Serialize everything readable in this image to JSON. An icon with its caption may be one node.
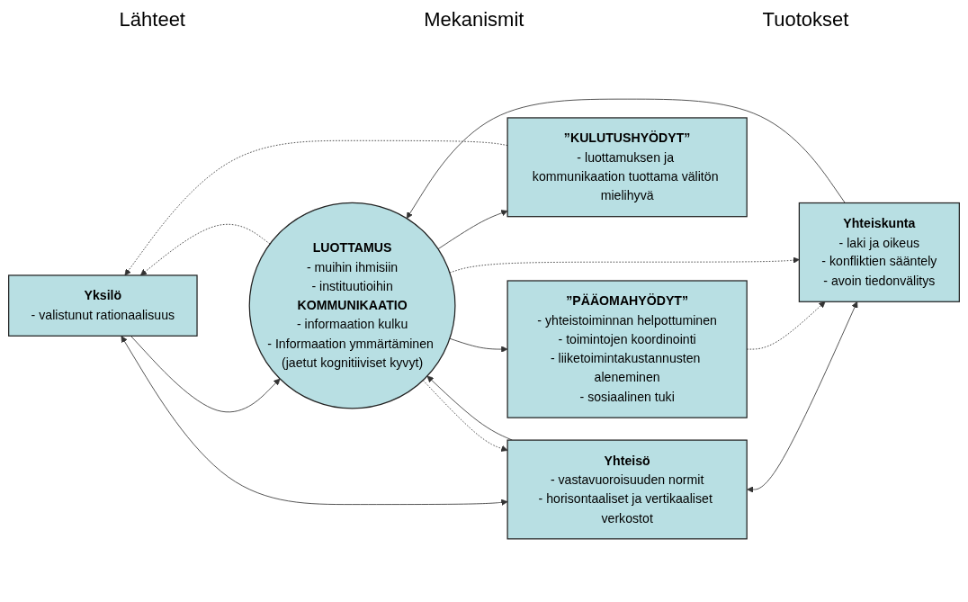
{
  "diagram": {
    "nodes": [
      {
        "text": [
          "Yksilö",
          "- valistunut rationaalisuus"
        ]
      },
      {
        "text": [
          "Yhteisö",
          "- vastavuoroisuuden normit",
          "- horisontaaliset ja vertikaaliset verkostot"
        ]
      },
      {
        "text": [
          "Yhteiskunta",
          "- laki ja oikeus",
          "- konfliktien sääntely",
          "- avoin tiedonvälitys"
        ]
      },
      {
        "text": [
          "LUOTTAMUS",
          "- muihin ihmisiin",
          "- instituutioihin",
          "KOMMUNIKAATIO",
          "- informaation kulku",
          "- Informaation ymmärtäminen (jaetut kognitiiviset kyvyt)"
        ]
      },
      {
        "text": [
          "”KULUTUSHYÖDYT”",
          "- luottamuksen ja kommunikaation tuottama välitön mielihyvä"
        ]
      },
      {
        "text": [
          "”PÄÄOMAHYÖDYT”",
          "- yhteistoiminnan helpottuminen",
          "- toimintojen koordinointi",
          "- liiketoimintakustannusten aleneminen",
          "- sosiaalinen tuki"
        ]
      }
    ],
    "edges": [
      {
        "from": 0,
        "to": 3,
        "arrow": "to"
      },
      {
        "from": 1,
        "to": 3,
        "arrow": "to"
      },
      {
        "from": 2,
        "to": 3,
        "arrow": "to"
      },
      {
        "from": 0,
        "to": 1,
        "arrow": "both"
      },
      {
        "from": 1,
        "to": 2,
        "arrow": "both"
      },
      {
        "from": 3,
        "to": 4,
        "arrow": "to"
      },
      {
        "from": 3,
        "to": 5,
        "arrow": "to"
      },
      {
        "from": 3,
        "to": 1,
        "arrow": "to",
        "style": "dashed"
      },
      {
        "from": 4,
        "to": 0,
        "arrow": "to",
        "style": "dashed"
      },
      {
        "from": 3,
        "to": 0,
        "arrow": "to",
        "style": "dashed"
      },
      {
        "from": 5,
        "to": 2,
        "arrow": "to",
        "style": "dashed"
      },
      {
        "from": 3,
        "to": 2,
        "arrow": "to",
        "style": "dashed"
      }
    ],
    "labels": [
      "Lähteet",
      "Mekanismit",
      "Tuotokset"
    ]
  }
}
